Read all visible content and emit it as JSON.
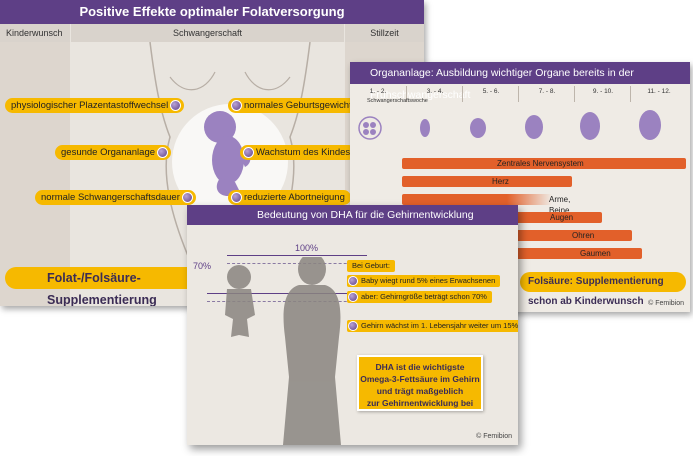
{
  "slide1": {
    "title": "Positive Effekte optimaler Folatversorgung",
    "headers": [
      "Kinderwunsch",
      "Schwangerschaft",
      "Stillzeit"
    ],
    "benefits_left": [
      "physiologischer Plazentastoffwechsel",
      "gesunde Organanlage",
      "normale Schwangerschaftsdauer"
    ],
    "benefits_right": [
      "normales Geburtsgewicht",
      "Wachstum des Kindes",
      "reduzierte Abortneigung"
    ],
    "supplement_banner": "Folat-/Folsäure-Supplementierung"
  },
  "slide2": {
    "title": "Organanlage: Ausbildung wichtiger Organe bereits in der Frühschwangerschaft",
    "week_label": "Schwangerschaftswoche",
    "weeks": [
      "1. - 2.",
      "3. - 4.",
      "5. - 6.",
      "7. - 8.",
      "9. - 10.",
      "11. - 12."
    ],
    "organs": [
      "Zentrales Nervensystem",
      "Herz",
      "Arme, Beine",
      "Augen",
      "Ohren",
      "Gaumen"
    ],
    "banner": "Folsäure: Supplementierung schon ab Kinderwunsch",
    "copyright": "© Femibion"
  },
  "slide3": {
    "title": "Bedeutung von DHA für die Gehirnentwicklung",
    "pct_100": "100%",
    "pct_70": "70%",
    "facts_heading": "Bei Geburt:",
    "facts": [
      "Baby wiegt rund 5% eines Erwachsenen",
      "aber: Gehirngröße beträgt schon 70%",
      "Gehirn wächst im 1. Lebensjahr weiter um 15%"
    ],
    "callout": [
      "DHA ist die wichtigste",
      "Omega-3-Fettsäure im Gehirn",
      "und trägt maßgeblich",
      "zur Gehirnentwicklung bei"
    ],
    "copyright": "© Femibion"
  },
  "colors": {
    "purple": "#5e3f86",
    "yellow": "#f6b900",
    "orange": "#e2602a",
    "silhouette": "#8a8580"
  }
}
